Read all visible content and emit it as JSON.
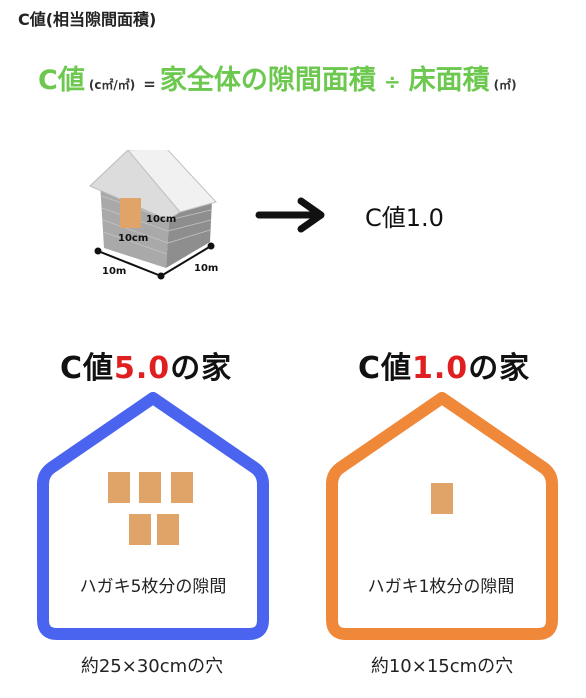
{
  "heading": "C値(相当隙間面積)",
  "formula": {
    "term": "C値",
    "term_unit": "(c㎡/㎡)",
    "equals": "=",
    "numerator": "家全体の隙間面積",
    "operator": "÷",
    "denominator": "床面積",
    "denominator_unit": "(㎡)"
  },
  "illustration": {
    "gap_label": "10cm",
    "gap_label_side": "10cm",
    "edge_left": "10m",
    "edge_right": "10m",
    "result": "C値1.0"
  },
  "comparison": [
    {
      "heading_prefix": "C値",
      "heading_value": "5.0",
      "heading_suffix": "の家",
      "caption": "ハガキ5枚分の隙間",
      "size_text": "約25×30cmの穴",
      "outline_color": "#4a64f0",
      "card_count": 5
    },
    {
      "heading_prefix": "C値",
      "heading_value": "1.0",
      "heading_suffix": "の家",
      "caption": "ハガキ1枚分の隙間",
      "size_text": "約10×15cmの穴",
      "outline_color": "#f0883a",
      "card_count": 1
    }
  ],
  "colors": {
    "accent_green": "#6dc84f",
    "accent_red": "#e02020",
    "card": "#e0a468"
  }
}
